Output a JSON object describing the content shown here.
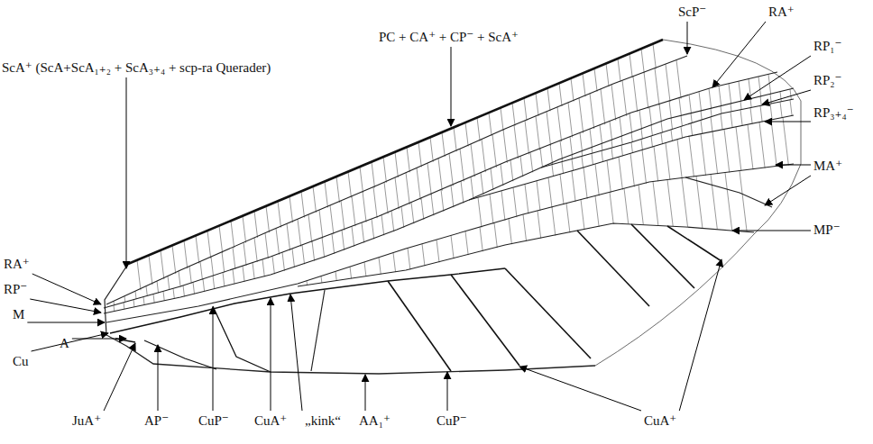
{
  "diagram": {
    "labels": [
      "ScP⁻",
      "RA⁺",
      "PC + CA⁺ + CP⁻ + ScA⁺",
      "RP₁⁻",
      "RP₂⁻",
      "ScA⁺ (ScA+ScA₁₊₂ + ScA₃₊₄ + scp-ra Querader)",
      "RP₃₊₄⁻",
      "MA⁺",
      "MP⁻",
      "RA⁺",
      "RP⁻",
      "M",
      "Cu",
      "A",
      "JuA⁺",
      "AP⁻",
      "CuP⁻",
      "CuA⁺",
      "„kink“",
      "AA₁⁺",
      "CuP⁻",
      "CuA⁺"
    ]
  }
}
